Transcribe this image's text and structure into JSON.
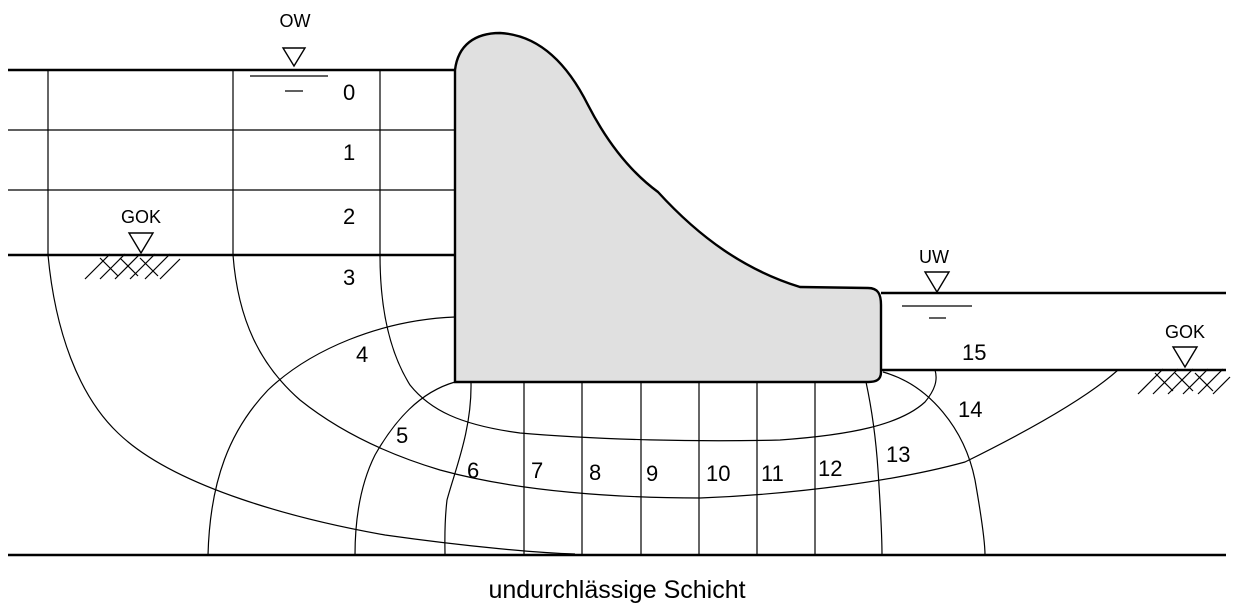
{
  "diagram": {
    "water_labels": {
      "headwater": "OW",
      "tailwater": "UW",
      "ground_left": "GOK",
      "ground_right": "GOK"
    },
    "potential_lines": [
      "0",
      "1",
      "2",
      "3",
      "4",
      "5",
      "6",
      "7",
      "8",
      "9",
      "10",
      "11",
      "12",
      "13",
      "14",
      "15"
    ],
    "caption": "undurchlässige Schicht",
    "colors": {
      "dam_fill": "#e0e0e0",
      "line": "#000000",
      "background": "#ffffff"
    }
  }
}
